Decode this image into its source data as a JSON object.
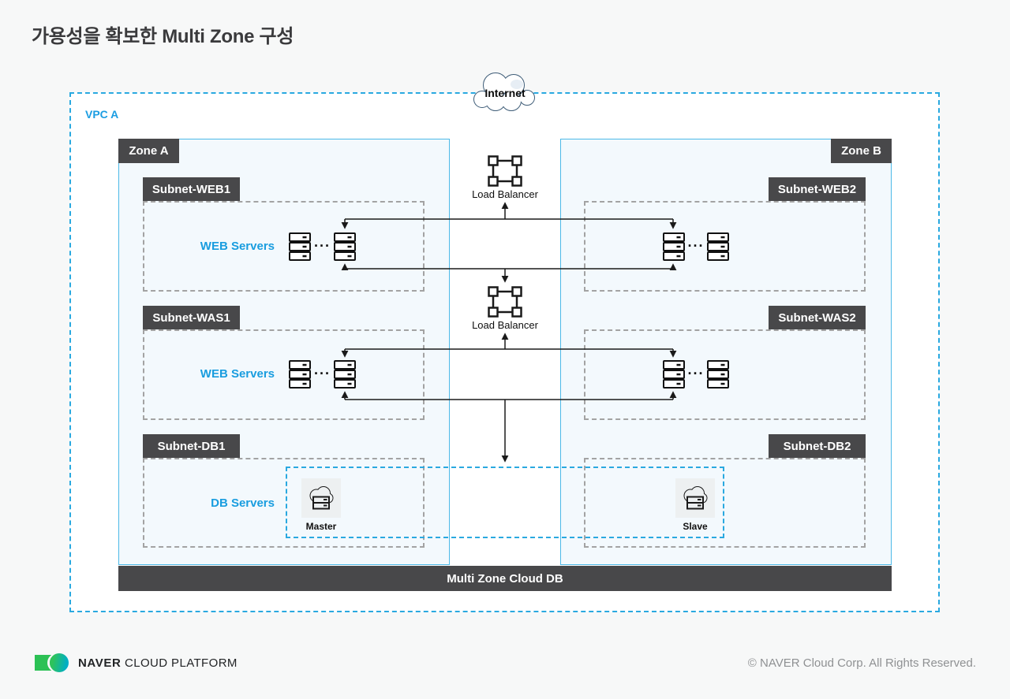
{
  "title": "가용성을 확보한 Multi Zone 구성",
  "diagram": {
    "vpc_label": "VPC A",
    "internet_label": "Internet",
    "zones": [
      {
        "label": "Zone A"
      },
      {
        "label": "Zone B"
      }
    ],
    "subnets": {
      "web1": "Subnet-WEB1",
      "was1": "Subnet-WAS1",
      "db1": "Subnet-DB1",
      "web2": "Subnet-WEB2",
      "was2": "Subnet-WAS2",
      "db2": "Subnet-DB2"
    },
    "row_labels": {
      "web": "WEB Servers",
      "was": "WEB Servers",
      "db": "DB Servers"
    },
    "load_balancer_label": "Load Balancer",
    "db_nodes": {
      "master": "Master",
      "slave": "Slave"
    },
    "bottom_bar": "Multi Zone Cloud DB",
    "server_ellipsis": "···",
    "icons": {
      "internet": "cloud-icon",
      "load_balancer": "load-balancer-icon",
      "server": "server-stack-icon",
      "db": "cloud-db-icon"
    }
  },
  "footer": {
    "logo_naver": "NAVER",
    "logo_rest": "CLOUD PLATFORM",
    "copyright": "© NAVER Cloud Corp. All Rights Reserved."
  },
  "colors": {
    "accent_cyan": "#2aa9e0",
    "zone_border": "#4cb9e8",
    "zone_fill": "#f3f9fd",
    "blue_text": "#199ddf",
    "dark_label": "#48484a",
    "page_bg": "#f7f8f8",
    "logo_green": "#2cc155",
    "logo_teal": "#00aec6"
  }
}
